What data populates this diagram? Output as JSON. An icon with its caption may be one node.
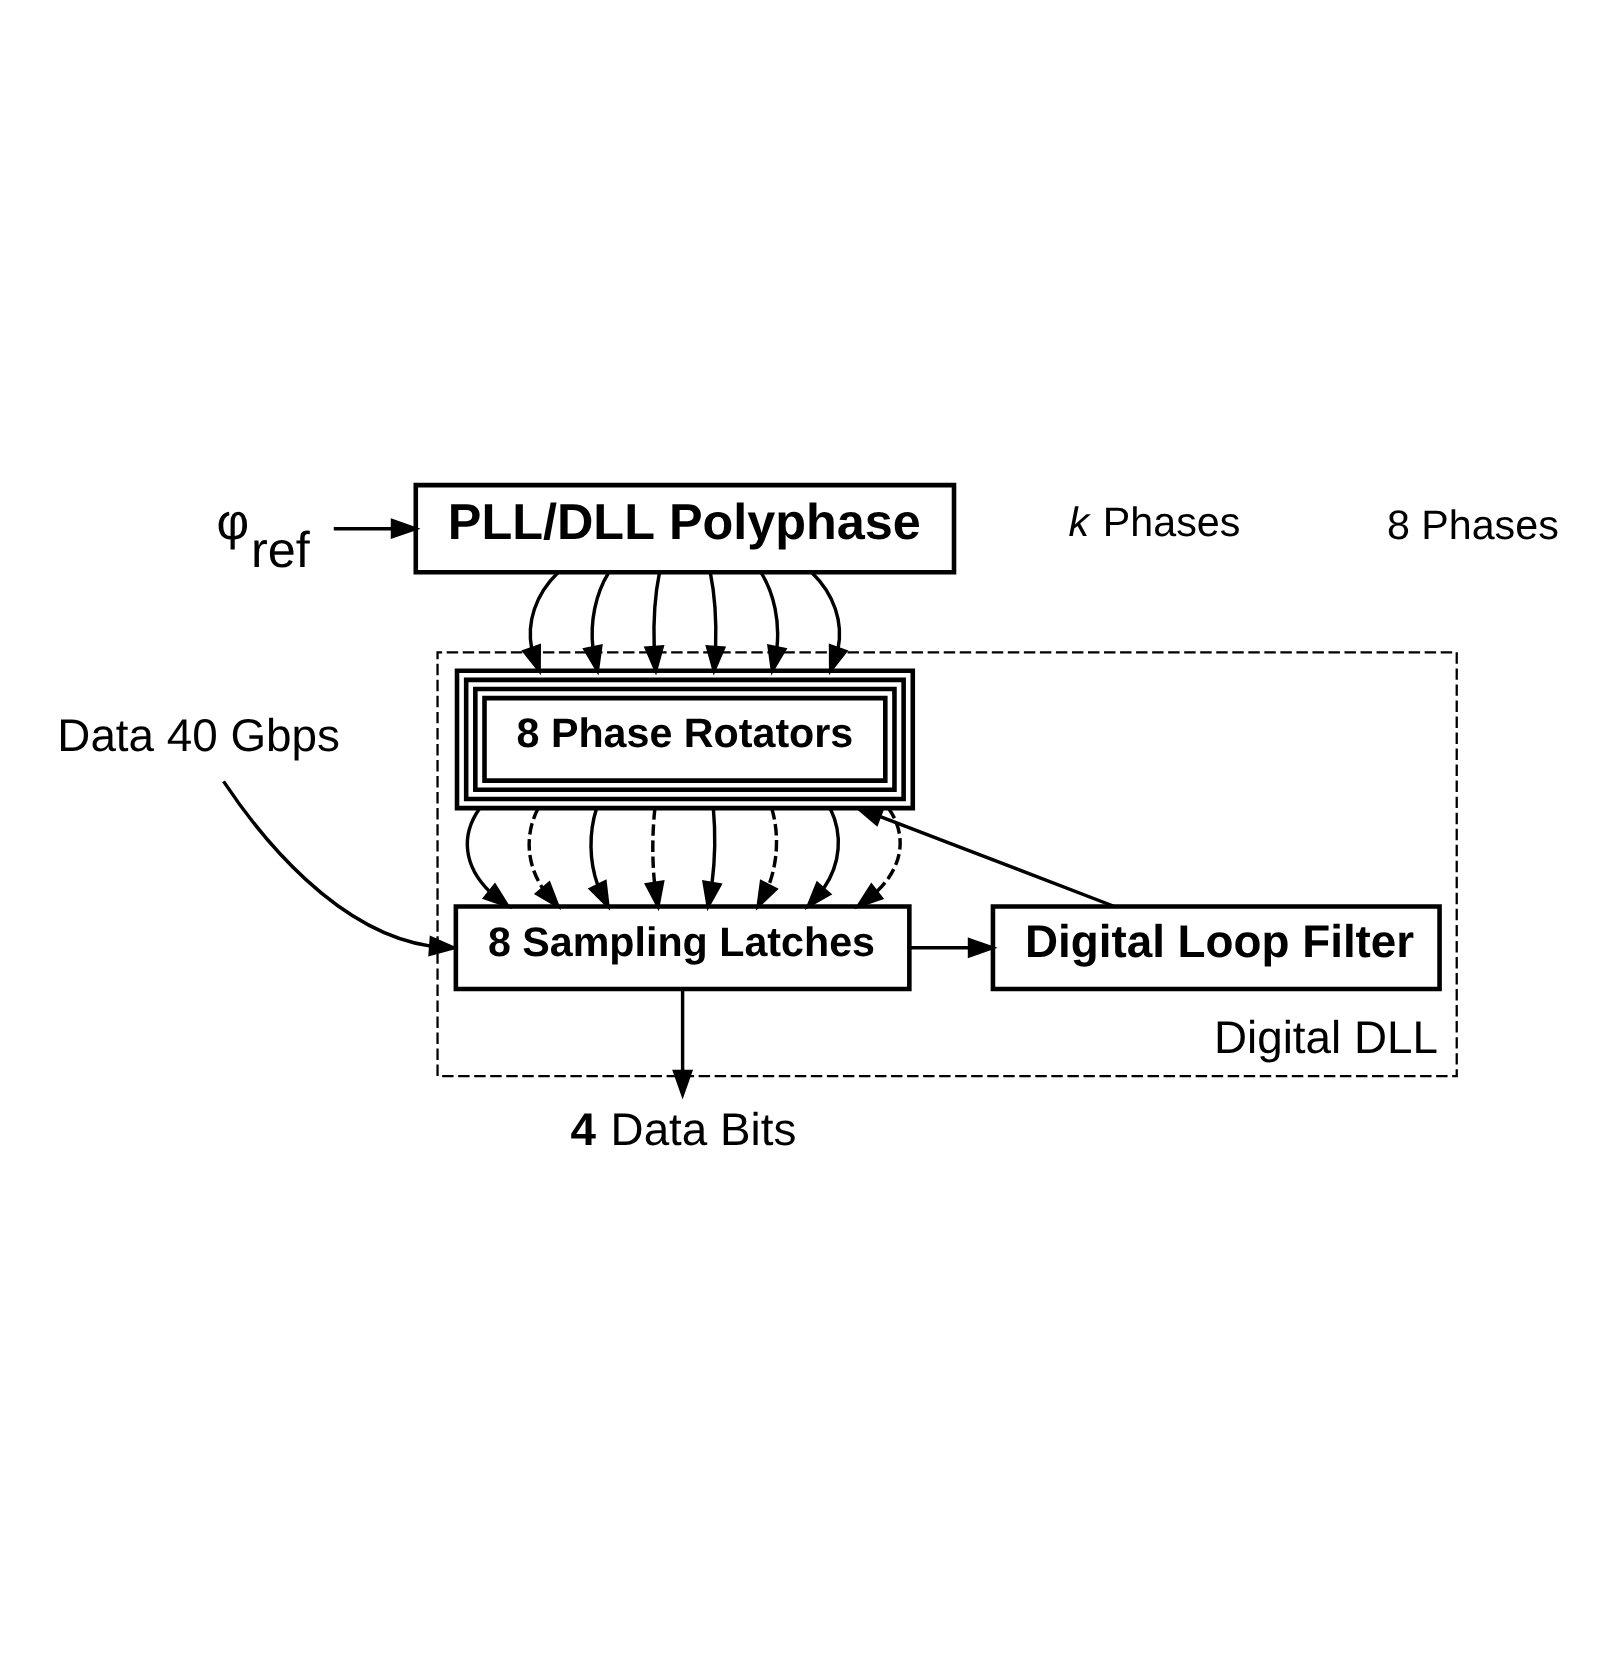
{
  "diagram": {
    "nodes": [
      {
        "text": [
          "φ$_{ref}$"
        ]
      },
      {
        "text": [
          "PLL/DLL Polyphase"
        ]
      },
      {
        "text": [
          "Digital DLL"
        ]
      },
      {
        "text": [
          "8 Phase Rotators"
        ],
        "in": 2
      },
      {
        "text": [
          "Data 40 Gbps"
        ]
      },
      {
        "text": [
          "8 Sampling Latches"
        ],
        "in": 2
      },
      {
        "text": [
          "Digital Loop Filter"
        ],
        "in": 2
      },
      {
        "text": [
          "**4** Data Bits"
        ]
      }
    ],
    "edges": [
      {
        "from": 0,
        "to": 1,
        "arrow": "to"
      },
      {
        "from": 1,
        "to": 3,
        "arrow": "to"
      },
      {
        "from": 1,
        "to": 3,
        "arrow": "to"
      },
      {
        "from": 1,
        "to": 3,
        "arrow": "to"
      },
      {
        "from": 1,
        "to": 3,
        "arrow": "to"
      },
      {
        "from": 1,
        "to": 3,
        "arrow": "to"
      },
      {
        "from": 1,
        "to": 3,
        "arrow": "to"
      },
      {
        "from": 3,
        "to": 5,
        "arrow": "to"
      },
      {
        "from": 3,
        "to": 5,
        "arrow": "to",
        "style": "dashed"
      },
      {
        "from": 3,
        "to": 5,
        "arrow": "to"
      },
      {
        "from": 3,
        "to": 5,
        "arrow": "to",
        "style": "dashed"
      },
      {
        "from": 3,
        "to": 5,
        "arrow": "to"
      },
      {
        "from": 3,
        "to": 5,
        "arrow": "to",
        "style": "dashed"
      },
      {
        "from": 3,
        "to": 5,
        "arrow": "to"
      },
      {
        "from": 3,
        "to": 5,
        "arrow": "to",
        "style": "dashed"
      },
      {
        "from": 6,
        "to": 3,
        "arrow": "to"
      },
      {
        "from": 4,
        "to": 5,
        "arrow": "to"
      },
      {
        "from": 5,
        "to": 6,
        "arrow": "to"
      },
      {
        "from": 5,
        "to": 7,
        "arrow": "to"
      }
    ],
    "labels": [
      "*k* Phases",
      "8 Phases"
    ]
  }
}
